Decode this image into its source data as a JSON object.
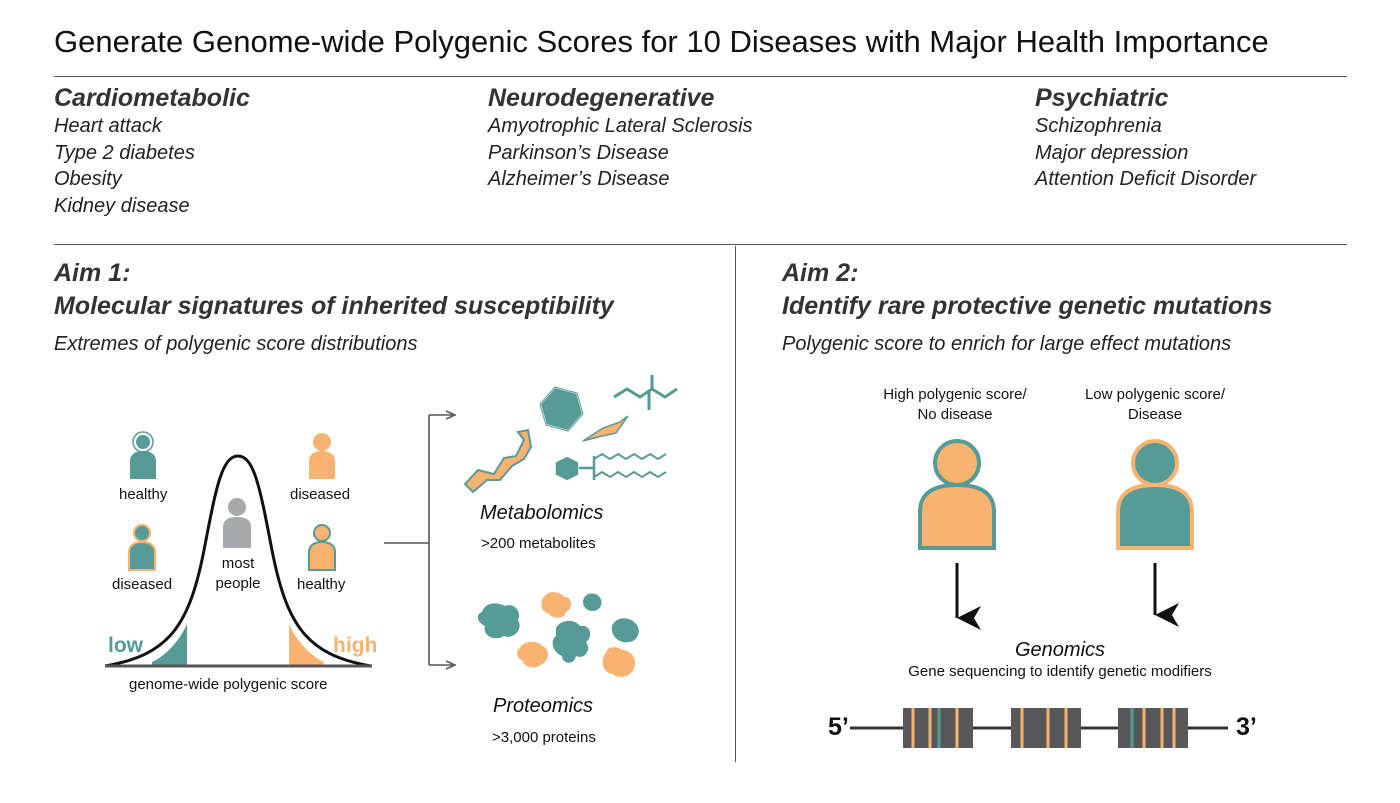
{
  "title": "Generate Genome-wide Polygenic Scores for 10 Diseases with Major Health Importance",
  "categories": [
    {
      "heading": "Cardiometabolic",
      "items": [
        "Heart attack",
        "Type 2 diabetes",
        "Obesity",
        "Kidney disease"
      ]
    },
    {
      "heading": "Neurodegenerative",
      "items": [
        "Amyotrophic Lateral Sclerosis",
        "Parkinson’s Disease",
        "Alzheimer’s Disease"
      ]
    },
    {
      "heading": "Psychiatric",
      "items": [
        "Schizophrenia",
        "Major depression",
        "Attention Deficit Disorder"
      ]
    }
  ],
  "aim1": {
    "label": "Aim 1:",
    "title": "Molecular signatures of inherited susceptibility",
    "subtitle": "Extremes of polygenic score distributions",
    "curve": {
      "healthy_left": "healthy",
      "diseased_left": "diseased",
      "diseased_right": "diseased",
      "healthy_right": "healthy",
      "most_people": "most\npeople",
      "low": "low",
      "high": "high",
      "axis_label": "genome-wide polygenic score"
    },
    "metabolomics": {
      "label": "Metabolomics",
      "count": ">200 metabolites"
    },
    "proteomics": {
      "label": "Proteomics",
      "count": ">3,000 proteins"
    }
  },
  "aim2": {
    "label": "Aim 2:",
    "title": "Identify rare protective genetic mutations",
    "subtitle": "Polygenic score to enrich for large effect mutations",
    "group_left": "High polygenic score/\nNo disease",
    "group_right": "Low polygenic score/\nDisease",
    "genomics_label": "Genomics",
    "genomics_desc": "Gene sequencing to identify genetic modifiers",
    "five_prime": "5’",
    "three_prime": "3’"
  },
  "colors": {
    "teal": "#569b95",
    "orange": "#f7b36f",
    "gray": "#a7a9ac",
    "dark": "#58585a",
    "line": "#555555"
  }
}
